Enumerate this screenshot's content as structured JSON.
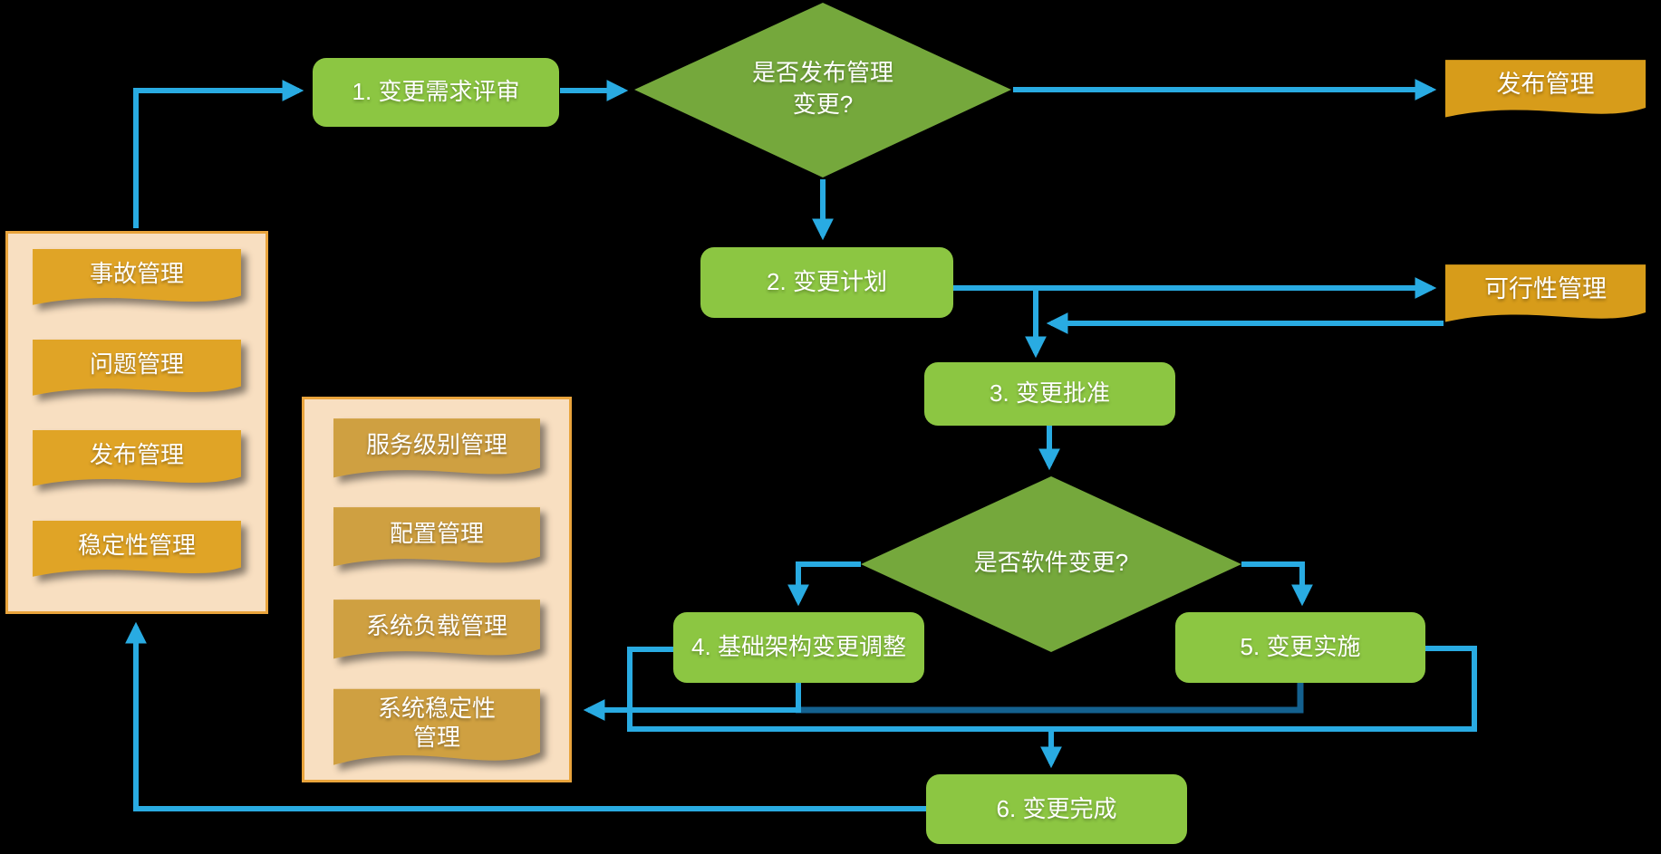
{
  "colors": {
    "arrow_blue": "#29ABE2",
    "arrow_dark": "#14618F",
    "process_green": "#8CC642",
    "diamond_green": "#75A83C",
    "doc_gold": "#D79C1A",
    "panel_item_gold": "#E0A426",
    "panel_item_gold2": "#CFA041",
    "panel_bg": "#F8DFC1",
    "panel_border": "#E9A43C",
    "text": "#FFFFFF"
  },
  "nodes": {
    "step1": {
      "label": "1. 变更需求评审",
      "shape": "process"
    },
    "decision1": {
      "label": "是否发布管理变更?",
      "shape": "decision"
    },
    "doc_release": {
      "label": "发布管理",
      "shape": "document"
    },
    "step2": {
      "label": "2. 变更计划",
      "shape": "process"
    },
    "doc_feasibility": {
      "label": "可行性管理",
      "shape": "document"
    },
    "step3": {
      "label": "3. 变更批准",
      "shape": "process"
    },
    "decision2": {
      "label": "是否软件变更?",
      "shape": "decision"
    },
    "step4": {
      "label": "4. 基础架构变更调整",
      "shape": "process"
    },
    "step5": {
      "label": "5. 变更实施",
      "shape": "process"
    },
    "step6": {
      "label": "6. 变更完成",
      "shape": "process"
    }
  },
  "left_panel": {
    "items": [
      {
        "label": "事故管理"
      },
      {
        "label": "问题管理"
      },
      {
        "label": "发布管理"
      },
      {
        "label": "稳定性管理"
      }
    ]
  },
  "middle_panel": {
    "items": [
      {
        "label": "服务级别管理"
      },
      {
        "label": "配置管理"
      },
      {
        "label": "系统负载管理"
      },
      {
        "label": "系统稳定性管理"
      }
    ]
  }
}
